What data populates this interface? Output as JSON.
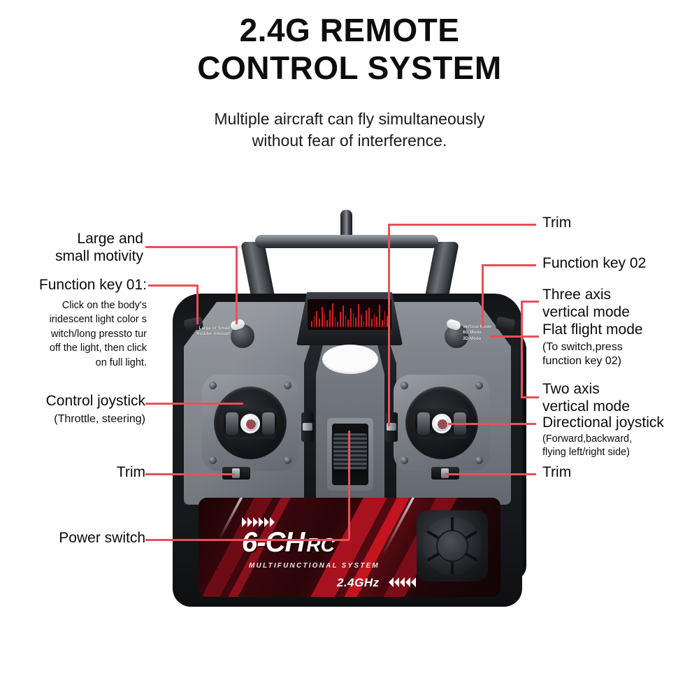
{
  "header": {
    "title_line1": "2.4G REMOTE",
    "title_line2": "CONTROL SYSTEM",
    "subtitle_line1": "Multiple aircraft can fly simultaneously",
    "subtitle_line2": "without fear of interference."
  },
  "colors": {
    "leader_line": "#ea4f59",
    "text": "#0b0b0b",
    "panel_red": "#5c0a13",
    "led_red": "#d6212b",
    "background": "#ffffff"
  },
  "callouts": {
    "large_small_motivity": {
      "line1": "Large and",
      "line2": "small motivity"
    },
    "function_key_01": {
      "heading": "Function key 01:",
      "body_line1": "Click on the body's",
      "body_line2": "iridescent light color s",
      "body_line3": "witch/long pressto tur",
      "body_line4": "off the light, then click",
      "body_line5": "on full light."
    },
    "control_joystick": {
      "heading": "Control joystick",
      "sub": "(Throttle, steering)"
    },
    "trim_left": {
      "heading": "Trim"
    },
    "power_switch": {
      "heading": "Power switch"
    },
    "trim_top": {
      "heading": "Trim"
    },
    "function_key_02": {
      "heading": "Function key 02"
    },
    "three_axis": {
      "line1": "Three axis",
      "line2": "vertical mode"
    },
    "flat_flight": {
      "heading": "Flat flight mode",
      "sub_line1": "(To switch,press",
      "sub_line2": "function key 02)"
    },
    "two_axis": {
      "line1": "Two axis",
      "line2": "vertical mode"
    },
    "directional_joystick": {
      "heading": "Directional joystick",
      "sub_line1": "(Forward,backward,",
      "sub_line2": "flying left/right side)"
    },
    "trim_right": {
      "heading": "Trim"
    }
  },
  "device": {
    "switch_label_left": {
      "line1": "Large or Small",
      "line2": "Rudder Amount"
    },
    "switch_label_right": {
      "line1": "Vertical Mode",
      "line2": "6G Mode",
      "line3": "3D Mode"
    },
    "branding": {
      "model": "6-CH",
      "model_suffix": "RC",
      "tagline": "MULTIFUNCTIONAL SYSTEM",
      "frequency": "2.4GHz"
    },
    "led_display": {
      "type": "dot-matrix bar graph",
      "bars": [
        8,
        14,
        20,
        11,
        26,
        17,
        9,
        22,
        30,
        13,
        7,
        19,
        27,
        15,
        10,
        24,
        18,
        12,
        29,
        16,
        8,
        21,
        25,
        11,
        17,
        13,
        28,
        9,
        20,
        14
      ]
    }
  }
}
